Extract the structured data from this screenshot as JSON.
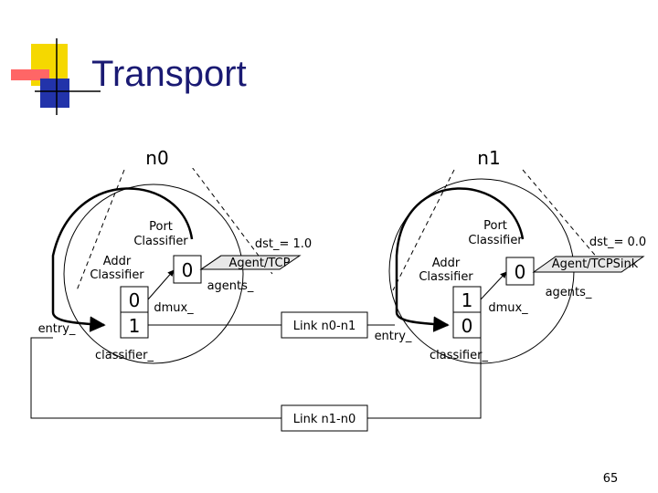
{
  "slide": {
    "title": "Transport",
    "page_number": "65",
    "colors": {
      "title": "#1a1a73",
      "logo_yellow": "#f5d800",
      "logo_red": "#ff6666",
      "logo_blue": "#2233aa",
      "agent_fill": "#e8e8e8"
    }
  },
  "node_n0": {
    "name": "n0",
    "port_classifier": "Port\nClassifier",
    "addr_classifier": "Addr\nClassifier",
    "port_slot": "0",
    "addr_slot_top": "0",
    "addr_slot_bottom": "1",
    "entry": "entry_",
    "dmux": "dmux_",
    "classifier": "classifier_",
    "agents": "agents_",
    "agent": "Agent/TCP",
    "dst": "dst_= 1.0"
  },
  "node_n1": {
    "name": "n1",
    "port_classifier": "Port\nClassifier",
    "addr_classifier": "Addr\nClassifier",
    "port_slot": "0",
    "addr_slot_top": "1",
    "addr_slot_bottom": "0",
    "entry": "entry_",
    "dmux": "dmux_",
    "classifier": "classifier_",
    "agents": "agents_",
    "agent": "Agent/TCPSink",
    "dst": "dst_= 0.0"
  },
  "links": {
    "n0_n1": "Link n0-n1",
    "n1_n0": "Link n1-n0"
  }
}
